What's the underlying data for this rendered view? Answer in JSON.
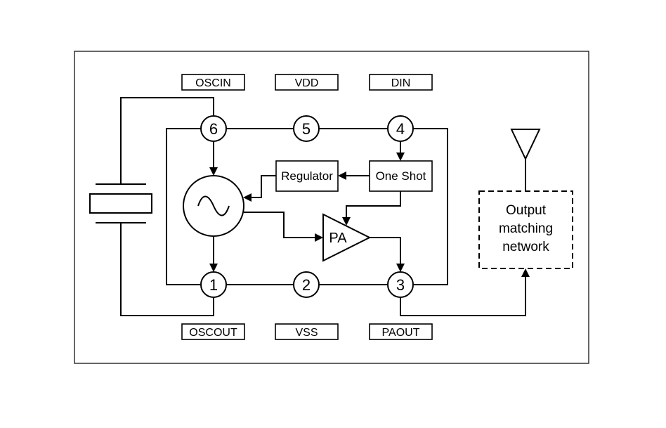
{
  "pin_labels": {
    "oscin": "OSCIN",
    "vdd": "VDD",
    "din": "DIN",
    "oscout": "OSCOUT",
    "vss": "VSS",
    "paout": "PAOUT"
  },
  "pins": {
    "p6": "6",
    "p5": "5",
    "p4": "4",
    "p1": "1",
    "p2": "2",
    "p3": "3"
  },
  "blocks": {
    "regulator": "Regulator",
    "one_shot": "One Shot",
    "pa": "PA",
    "output_matching": [
      "Output",
      "matching",
      "network"
    ]
  },
  "icons": {
    "oscillator": "sine-wave-icon",
    "antenna": "antenna-icon",
    "crystal": "crystal-resonator-icon"
  }
}
